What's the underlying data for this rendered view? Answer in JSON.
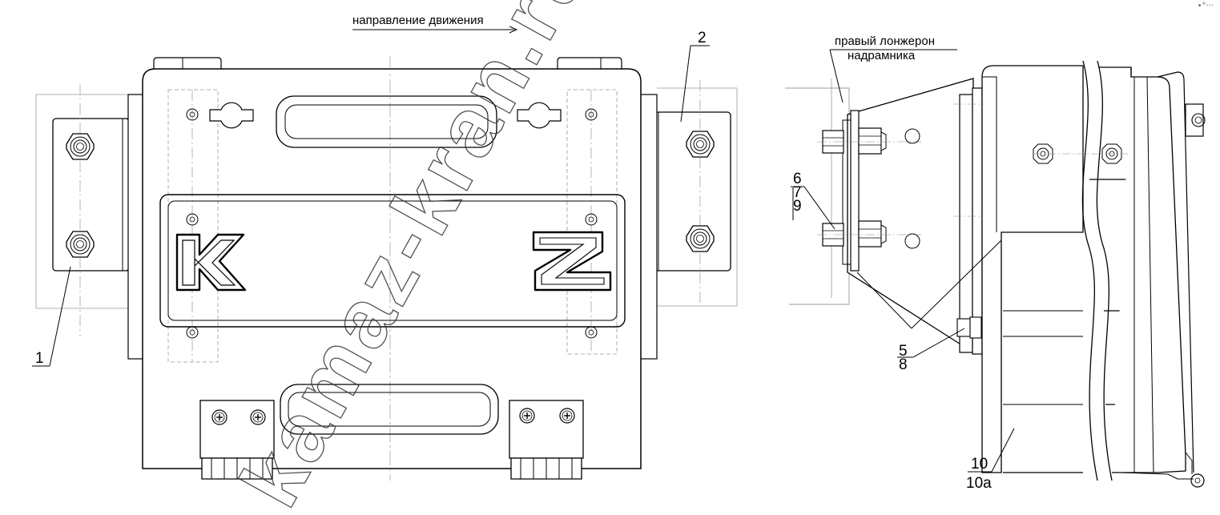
{
  "notes": {
    "direction": "направление движения",
    "spar_line1": "правый лонжерон",
    "spar_line2": "надрамника"
  },
  "callouts": {
    "c1": "1",
    "c2": "2",
    "c6": "6",
    "c7": "7",
    "c9": "9",
    "c5": "5",
    "c8": "8",
    "c10": "10",
    "c10a": "10а"
  },
  "logo_letters": "K Z",
  "watermark": "kamaz-kran.ru",
  "corner_mark": "•°···",
  "colors": {
    "line": "#000000",
    "hidden": "#9a9a9a",
    "watermark": "#333333"
  }
}
